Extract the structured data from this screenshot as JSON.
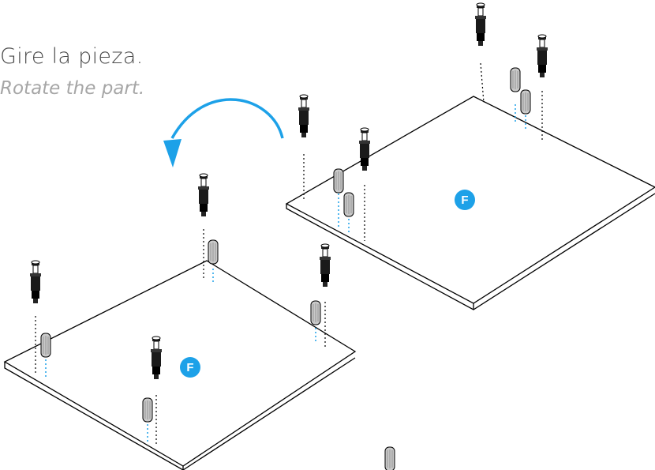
{
  "instruction": {
    "es": "Gire la pieza.",
    "en": "Rotate the part."
  },
  "panel_badge": "F",
  "colors": {
    "accent": "#1da1e8",
    "outline": "#000000",
    "text_primary": "#4a4a4a",
    "text_secondary": "#a6a6a6"
  },
  "icons": [
    "rotate-arrow-icon",
    "cam-bolt-icon",
    "wooden-dowel-icon"
  ]
}
